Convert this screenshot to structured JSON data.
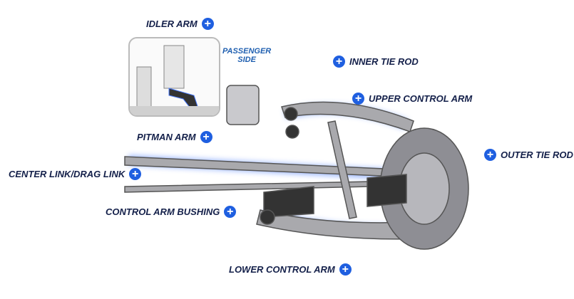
{
  "labels": {
    "idler_arm": "IDLER ARM",
    "inner_tie_rod": "INNER TIE ROD",
    "upper_control_arm": "UPPER CONTROL ARM",
    "pitman_arm": "PITMAN ARM",
    "outer_tie_rod": "OUTER TIE ROD",
    "center_link": "CENTER LINK/DRAG LINK",
    "control_arm_bushing": "CONTROL ARM BUSHING",
    "lower_control_arm": "LOWER CONTROL ARM"
  },
  "inset_caption": {
    "line1": "PASSENGER",
    "line2": "SIDE"
  },
  "plus_icon": "+",
  "colors": {
    "label": "#14204a",
    "accent": "#1f5fe0"
  }
}
